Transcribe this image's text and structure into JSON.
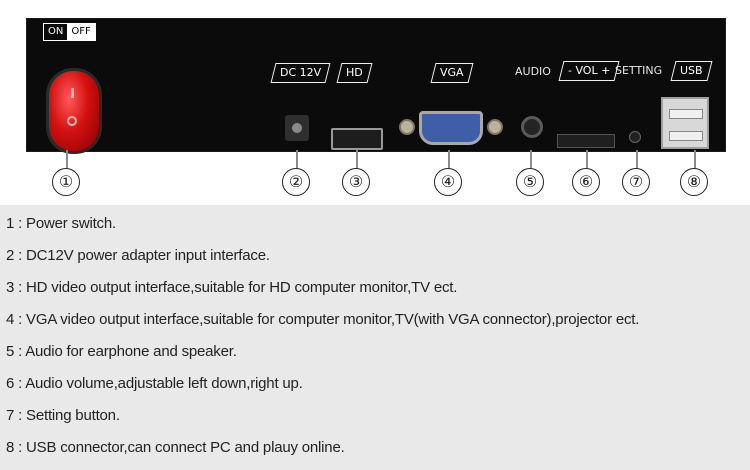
{
  "panel": {
    "switch_on": "ON",
    "switch_off": "OFF",
    "labels": {
      "dc": "DC 12V",
      "hd": "HD",
      "vga": "VGA",
      "audio": "AUDIO",
      "vol": "- VOL +",
      "setting": "SETTING",
      "usb": "USB"
    },
    "colors": {
      "panel_bg": "#0b0b0b",
      "switch_red": "#d41010",
      "vga_blue": "#3f5ea8",
      "description_bg": "#e9e9e9"
    }
  },
  "callouts": [
    "①",
    "②",
    "③",
    "④",
    "⑤",
    "⑥",
    "⑦",
    "⑧"
  ],
  "descriptions": [
    "1 : Power switch.",
    "2 : DC12V power adapter input interface.",
    "3 : HD  video output interface,suitable for HD computer monitor,TV ect.",
    "4 : VGA video output interface,suitable for computer monitor,TV(with VGA connector),projector ect.",
    "5 : Audio for earphone and speaker.",
    "6 : Audio volume,adjustable left down,right up.",
    "7 : Setting button.",
    "8 : USB connector,can connect PC and plauy online."
  ]
}
